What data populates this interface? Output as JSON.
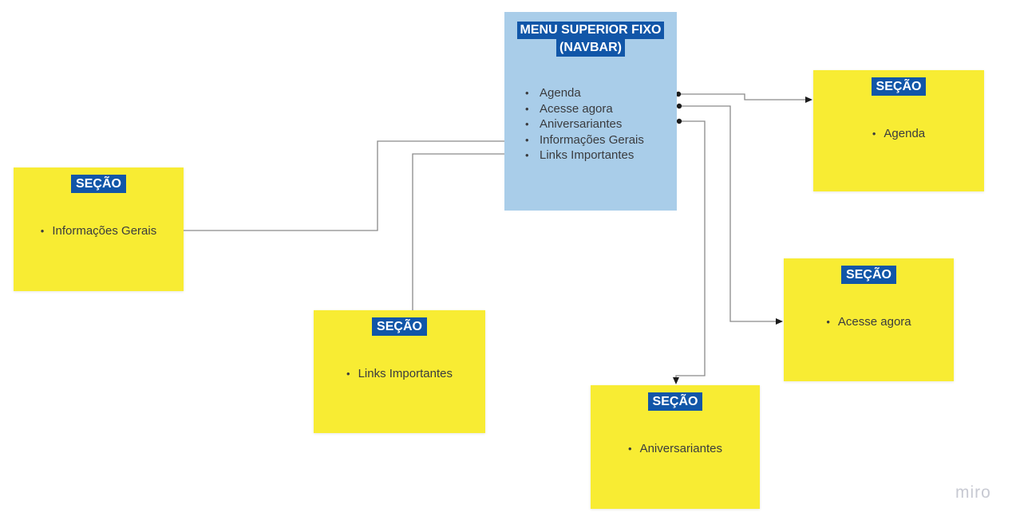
{
  "navbar": {
    "title_line1": "MENU SUPERIOR FIXO",
    "title_line2": "(NAVBAR)",
    "items": [
      "Agenda",
      "Acesse agora",
      "Aniversariantes",
      "Informações Gerais",
      "Links Importantes"
    ]
  },
  "sections": [
    {
      "title": "SEÇÃO",
      "item": "Informações Gerais"
    },
    {
      "title": "SEÇÃO",
      "item": "Links Importantes"
    },
    {
      "title": "SEÇÃO",
      "item": "Aniversariantes"
    },
    {
      "title": "SEÇÃO",
      "item": "Agenda"
    },
    {
      "title": "SEÇÃO",
      "item": "Acesse agora"
    }
  ],
  "glyphs": {
    "bullet": "•"
  },
  "colors": {
    "sticky_yellow": "#f8ec33",
    "navbar_fill": "#a9cde9",
    "highlight_blue": "#1156a8",
    "connector_gray": "#8a8a8a",
    "connector_black": "#1c1c1c",
    "text_dark": "#3a3b3e",
    "watermark_gray": "#c7c9d2"
  },
  "watermark": "miro"
}
